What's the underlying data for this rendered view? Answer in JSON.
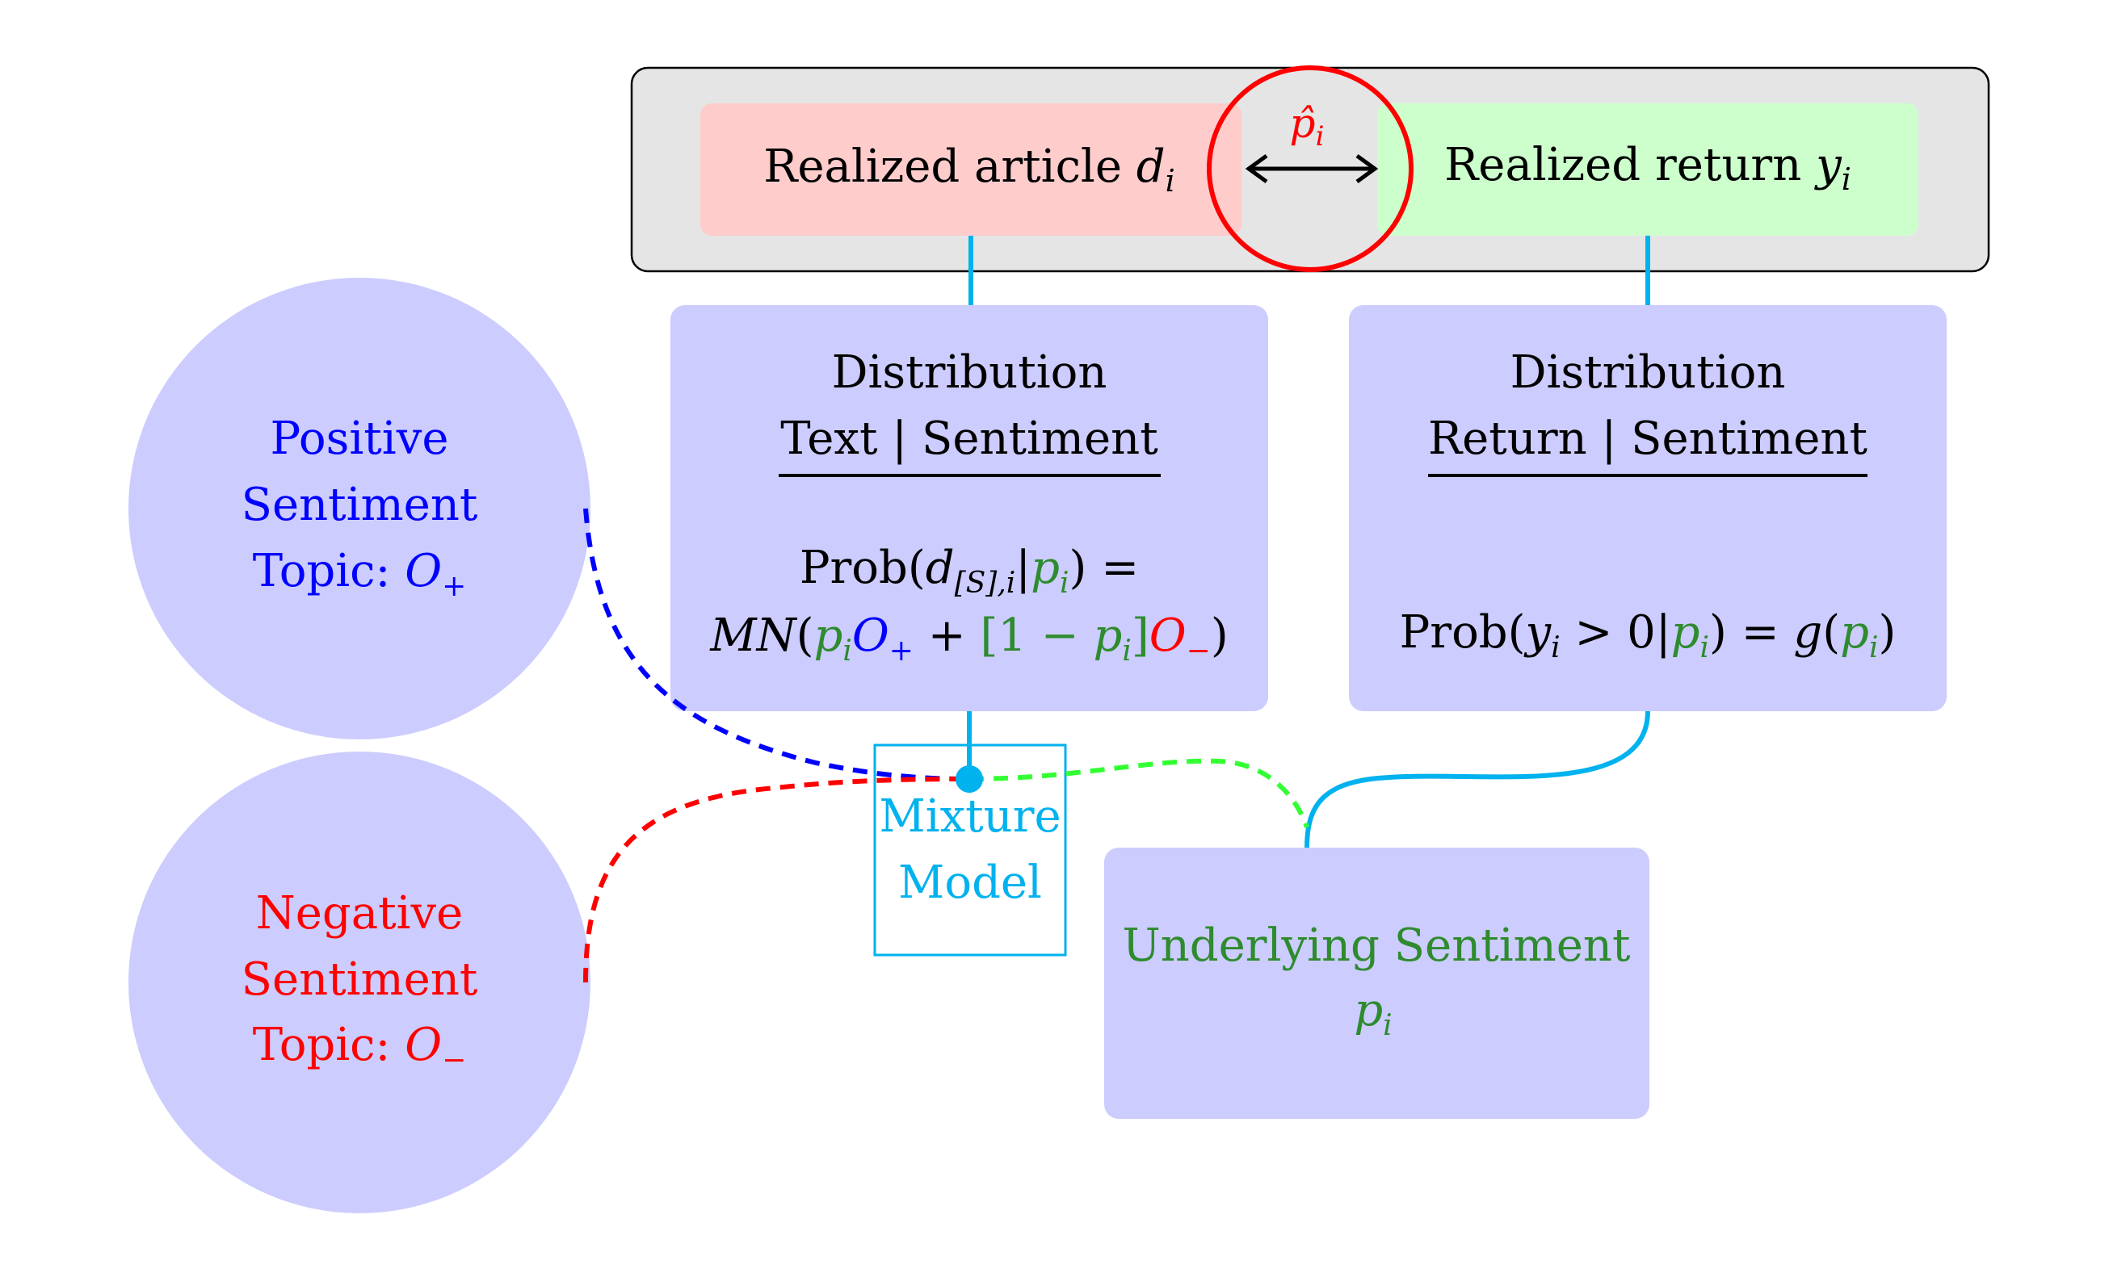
{
  "colors": {
    "outer_panel_fill": "#e5e5e5",
    "article_fill": "#ffcccc",
    "return_fill": "#ccffcc",
    "node_fill": "#ccccff",
    "link_cyan": "#00b2ee",
    "positive_blue": "#0000ff",
    "negative_red": "#ff0000",
    "sentiment_green": "#2e8b2e",
    "dashed_green": "#33ff33"
  },
  "top": {
    "article_label": "Realized article ",
    "article_var": "d",
    "article_sub": "i",
    "return_label": "Realized return ",
    "return_var": "y",
    "return_sub": "i",
    "estimate_var": "p̂",
    "estimate_sub": "i"
  },
  "text_dist": {
    "title": "Distribution",
    "subtitle": "Text | Sentiment",
    "line1": {
      "prob": "Prob(",
      "d": "d",
      "d_sub": "[S],i",
      "bar": "|",
      "p": "p",
      "p_sub": "i",
      "close": ") ="
    },
    "line2": {
      "mn": "MN",
      "open": "(",
      "p": "p",
      "p_sub": "i",
      "o_plus": "O",
      "o_plus_sub": "+",
      "plus": " + ",
      "bracket": "[1 − ",
      "p2": "p",
      "p2_sub": "i",
      "bracket_close": "]",
      "o_minus": "O",
      "o_minus_sub": "−",
      "close": ")"
    }
  },
  "return_dist": {
    "title": "Distribution",
    "subtitle": "Return | Sentiment",
    "formula": {
      "prob": "Prob(",
      "y": "y",
      "y_sub": "i",
      "gt": " > 0|",
      "p": "p",
      "p_sub": "i",
      "eq": ") = ",
      "g": "g",
      "open": "(",
      "p2": "p",
      "p2_sub": "i",
      "close": ")"
    }
  },
  "positive_topic": {
    "line1": "Positive",
    "line2": "Sentiment",
    "line3_label": "Topic: ",
    "var": "O",
    "sub": "+"
  },
  "negative_topic": {
    "line1": "Negative",
    "line2": "Sentiment",
    "line3_label": "Topic: ",
    "var": "O",
    "sub": "−"
  },
  "mixture": {
    "line1": "Mixture",
    "line2": "Model"
  },
  "underlying": {
    "label": "Underlying Sentiment",
    "var": "p",
    "sub": "i"
  }
}
